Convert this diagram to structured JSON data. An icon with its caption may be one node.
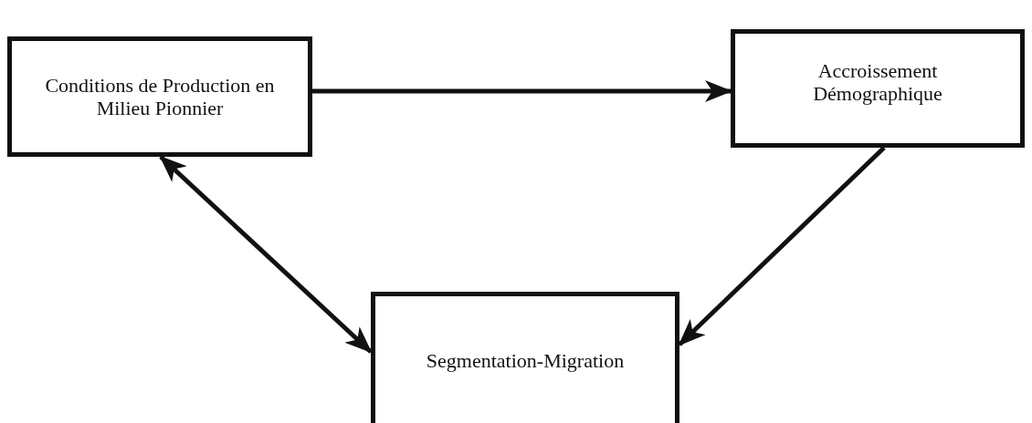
{
  "diagram": {
    "nodes": [
      {
        "text": [
          "Conditions de Production en Milieu Pionnier"
        ]
      },
      {
        "text": [
          "Accroissement Démographique"
        ]
      },
      {
        "text": [
          "Segmentation-Migration"
        ]
      }
    ],
    "edges": [
      {
        "from": 0,
        "to": 1,
        "arrow": "to"
      },
      {
        "from": 1,
        "to": 2,
        "arrow": "to"
      },
      {
        "from": 0,
        "to": 2,
        "arrow": "both"
      }
    ]
  }
}
